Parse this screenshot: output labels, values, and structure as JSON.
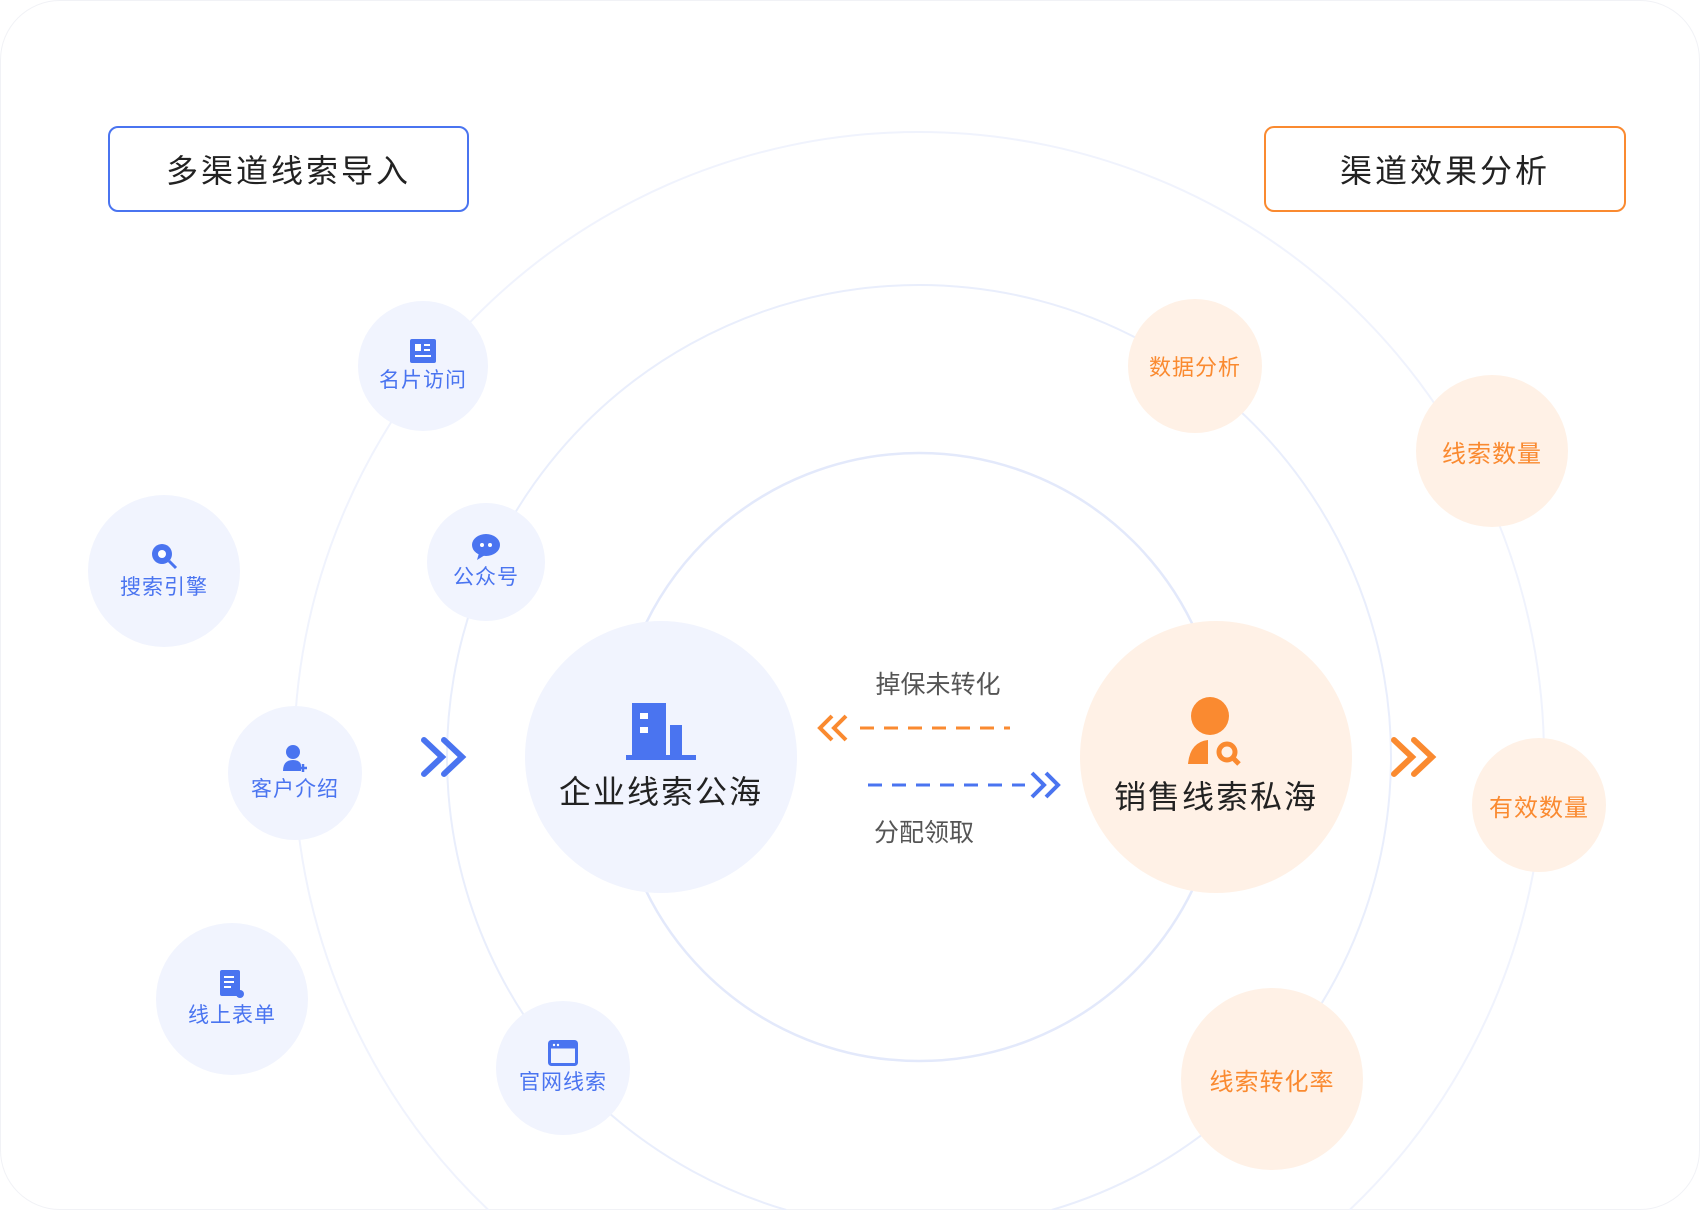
{
  "left_header": "多渠道线索导入",
  "right_header": "渠道效果分析",
  "sources": [
    {
      "label": "名片访问",
      "icon": "card-icon"
    },
    {
      "label": "搜索引擎",
      "icon": "search-icon"
    },
    {
      "label": "公众号",
      "icon": "chat-icon"
    },
    {
      "label": "客户介绍",
      "icon": "user-add-icon"
    },
    {
      "label": "线上表单",
      "icon": "form-icon"
    },
    {
      "label": "官网线索",
      "icon": "browser-icon"
    }
  ],
  "public_pool": {
    "label": "企业线索公海",
    "icon": "building-icon"
  },
  "private_pool": {
    "label": "销售线索私海",
    "icon": "user-search-icon"
  },
  "flows": {
    "back": "掉保未转化",
    "forward": "分配领取"
  },
  "metrics": [
    "数据分析",
    "线索数量",
    "有效数量",
    "线索转化率"
  ],
  "colors": {
    "blue": "#4a74f0",
    "orange": "#fa8a30",
    "ring": "#e6ebfb"
  }
}
